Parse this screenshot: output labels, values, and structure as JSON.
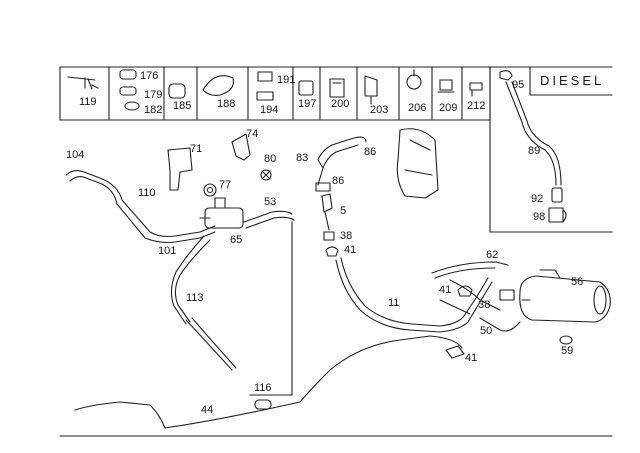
{
  "diagram": {
    "variant_label": "DIESEL",
    "header_parts": [
      "119",
      "176",
      "179",
      "182",
      "185",
      "188",
      "191",
      "194",
      "197",
      "200",
      "203",
      "206",
      "209",
      "212"
    ],
    "main_parts": [
      "104",
      "110",
      "71",
      "74",
      "80",
      "77",
      "83",
      "86",
      "86",
      "5",
      "38",
      "41",
      "53",
      "65",
      "101",
      "113",
      "11",
      "62",
      "41",
      "38",
      "56",
      "50",
      "41",
      "59",
      "116",
      "44"
    ],
    "inset_parts": [
      "95",
      "89",
      "92",
      "98"
    ]
  }
}
